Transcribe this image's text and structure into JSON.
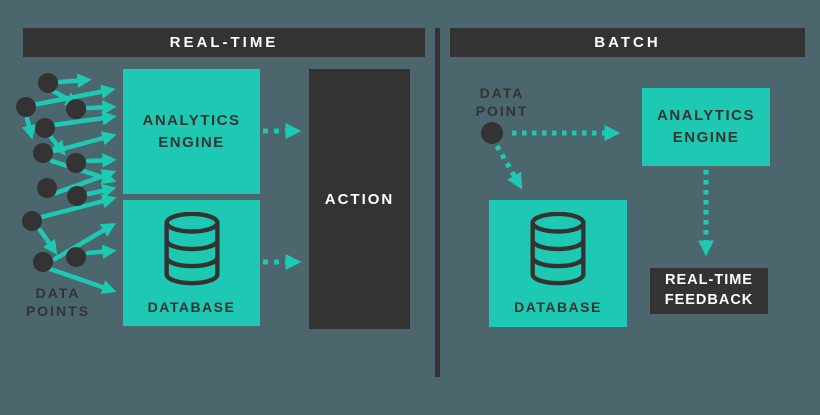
{
  "diagram": {
    "title_context": "Real-time vs Batch analytics flow diagram",
    "left": {
      "header": "REAL-TIME",
      "data_points": {
        "line1": "DATA",
        "line2": "POINTS"
      },
      "engine": {
        "line1": "ANALYTICS",
        "line2": "ENGINE"
      },
      "database": "DATABASE",
      "action": "ACTION"
    },
    "right": {
      "header": "BATCH",
      "data_point": {
        "line1": "DATA",
        "line2": "POINT"
      },
      "engine": {
        "line1": "ANALYTICS",
        "line2": "ENGINE"
      },
      "database": "DATABASE",
      "feedback": {
        "line1": "REAL-TIME",
        "line2": "FEEDBACK"
      }
    },
    "icons": {
      "database": "database-cylinder-icon",
      "data_point": "filled-circle-dot",
      "flow": "teal-dashed-arrow",
      "scatter": "teal-solid-arrows-with-dots"
    },
    "colors": {
      "background": "#4c666e",
      "teal": "#1ec9b3",
      "dark": "#333333",
      "light": "#ffffff"
    }
  }
}
